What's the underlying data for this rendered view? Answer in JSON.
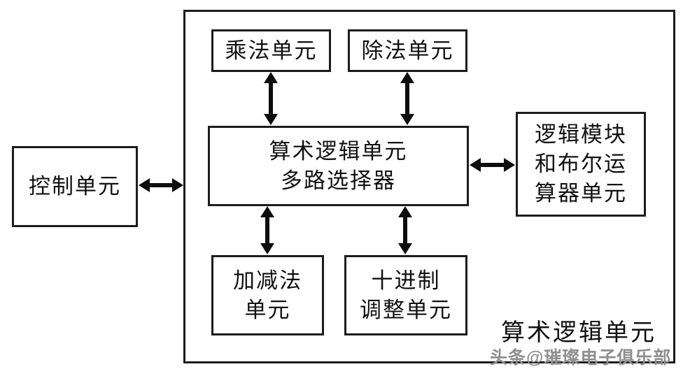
{
  "diagram": {
    "outer_label": "算术逻辑单元",
    "watermark": "头条@璀璨电子俱乐部",
    "nodes": {
      "control": "控制单元",
      "multiply": "乘法单元",
      "divide": "除法单元",
      "mux": "算术逻辑单元\n多路选择器",
      "logic": "逻辑模块\n和布尔运\n算器单元",
      "addsub": "加减法\n单元",
      "decimal": "十进制\n调整单元"
    },
    "edges": [
      {
        "from": "control",
        "to": "alu-outer",
        "type": "double-arrow"
      },
      {
        "from": "multiply",
        "to": "mux",
        "type": "double-arrow"
      },
      {
        "from": "divide",
        "to": "mux",
        "type": "double-arrow"
      },
      {
        "from": "mux",
        "to": "logic",
        "type": "double-arrow"
      },
      {
        "from": "mux",
        "to": "addsub",
        "type": "double-arrow"
      },
      {
        "from": "mux",
        "to": "decimal",
        "type": "double-arrow"
      }
    ],
    "colors": {
      "border": "#1c1c1c",
      "text": "#111111",
      "arrow": "#0d0d0d",
      "watermark": "#8f8f8f",
      "background": "#ffffff"
    }
  }
}
